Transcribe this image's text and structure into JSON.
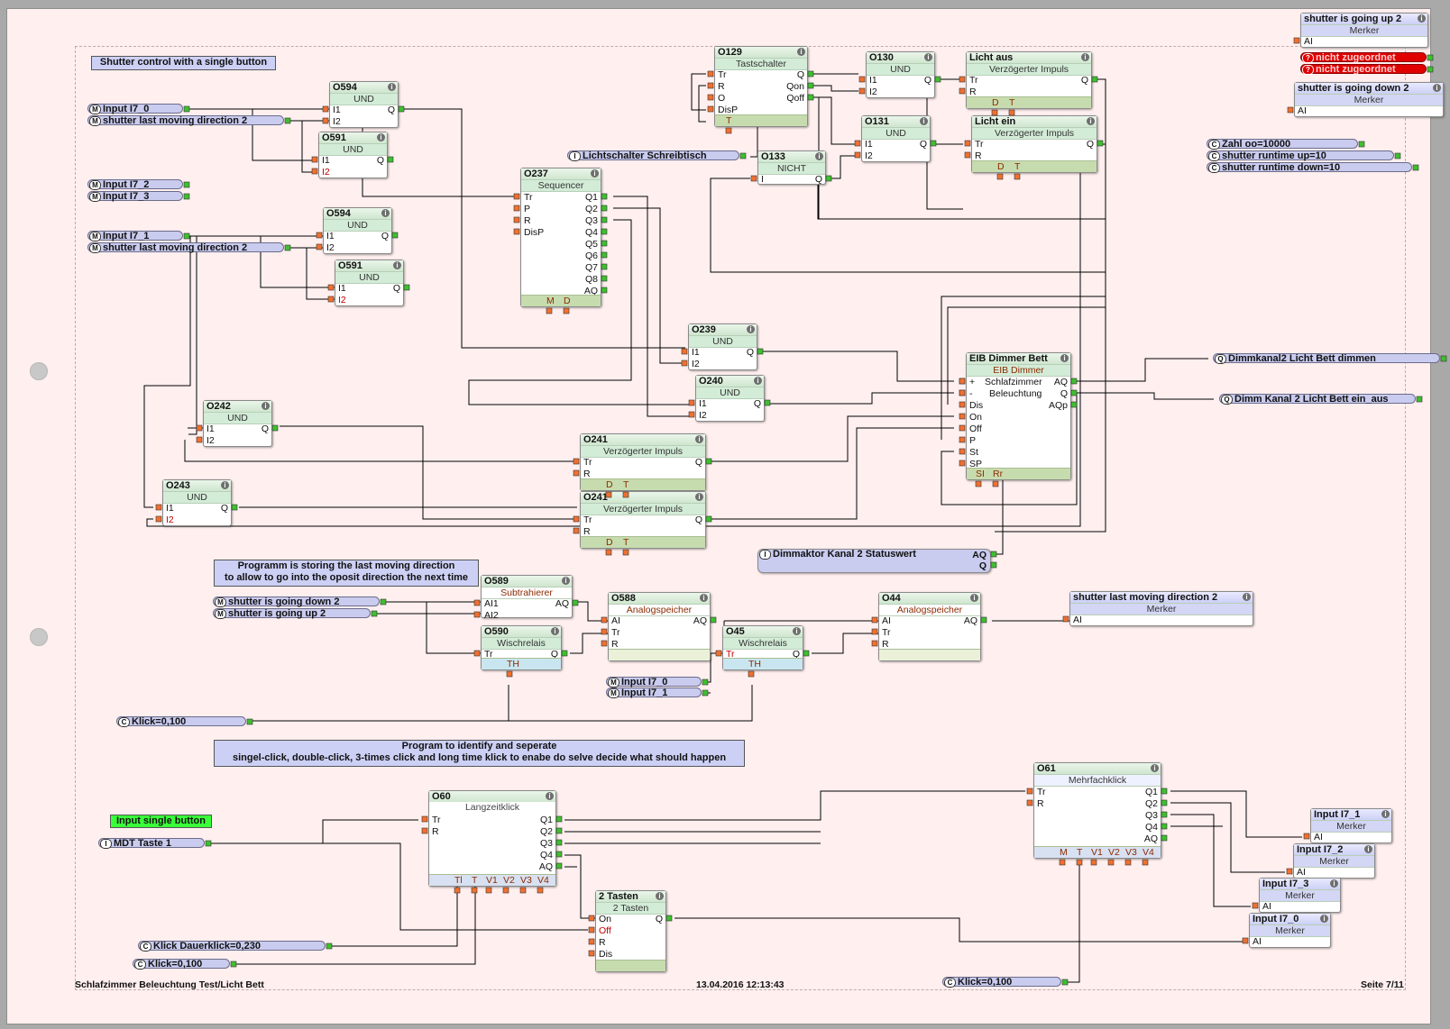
{
  "page": {
    "left_title": "Schlafzimmer Beleuchtung Test/Licht Bett",
    "timestamp": "13.04.2016 12:13:43",
    "page_no": "Seite 7/11"
  },
  "notes": {
    "shutter_single": "Shutter control with a single button",
    "storing_1": "Programm is storing the last moving direction",
    "storing_2": "to allow to go into the oposit direction the next time",
    "identify_1": "Program to identify and seperate",
    "identify_2": "singel-click, double-click, 3-times click and long time klick to enabe do selve decide what should happen",
    "input_single": "Input single button"
  },
  "terminals": {
    "input_i7_0": "Input I7_0",
    "last_dir_a": "shutter last moving direction 2",
    "input_i7_2": "Input I7_2",
    "input_i7_3": "Input I7_3",
    "input_i7_1": "Input I7_1",
    "last_dir_b": "shutter last moving direction 2",
    "lichtschalter": "Lichtschalter Schreibtisch",
    "zahl": "Zahl oo=10000",
    "runtime_up": "shutter runtime up=10",
    "runtime_down": "shutter runtime down=10",
    "nicht1": "nicht zugeordnet",
    "nicht2": "nicht zugeordnet",
    "dimm1": "Dimmkanal2 Licht Bett dimmen",
    "dimm2": "Dimm Kanal 2 Licht Bett ein_aus",
    "dimmaktor": "Dimmaktor Kanal 2 Statuswert",
    "going_down": "shutter is going down 2",
    "going_up": "shutter is going up 2",
    "in_i7_0b": "Input I7_0",
    "in_i7_1b": "Input I7_1",
    "klick1": "Klick=0,100",
    "mdt": "MDT Taste 1",
    "dauer": "Klick Dauerklick=0,230",
    "klick2": "Klick=0,100",
    "klick3": "Klick=0,100"
  },
  "badges": {
    "M": "M",
    "C": "C",
    "I": "I",
    "Q": "Q",
    "nz": "?"
  },
  "blocks": {
    "o594a": {
      "id": "O594",
      "type": "UND"
    },
    "o591a": {
      "id": "O591",
      "type": "UND"
    },
    "o594b": {
      "id": "O594",
      "type": "UND"
    },
    "o591b": {
      "id": "O591",
      "type": "UND"
    },
    "o237": {
      "id": "O237",
      "type": "Sequencer"
    },
    "o129": {
      "id": "O129",
      "type": "Tastschalter"
    },
    "o130": {
      "id": "O130",
      "type": "UND"
    },
    "o131": {
      "id": "O131",
      "type": "UND"
    },
    "o133": {
      "id": "O133",
      "type": "NICHT"
    },
    "lichtaus": {
      "id": "Licht aus",
      "type": "Verzögerter Impuls"
    },
    "lichtein": {
      "id": "Licht ein",
      "type": "Verzögerter Impuls"
    },
    "o239": {
      "id": "O239",
      "type": "UND"
    },
    "o240": {
      "id": "O240",
      "type": "UND"
    },
    "o242": {
      "id": "O242",
      "type": "UND"
    },
    "o243": {
      "id": "O243",
      "type": "UND"
    },
    "o241a": {
      "id": "O241",
      "type": "Verzögerter Impuls"
    },
    "o241b": {
      "id": "O241",
      "type": "Verzögerter Impuls"
    },
    "eib": {
      "id": "EIB Dimmer Bett",
      "type": "EIB Dimmer",
      "sub1": "Schlafzimmer",
      "sub2": "Beleuchtung"
    },
    "o589": {
      "id": "O589",
      "type": "Subtrahierer"
    },
    "o588": {
      "id": "O588",
      "type": "Analogspeicher"
    },
    "o590": {
      "id": "O590",
      "type": "Wischrelais"
    },
    "o45": {
      "id": "O45",
      "type": "Wischrelais"
    },
    "o44": {
      "id": "O44",
      "type": "Analogspeicher"
    },
    "m_last": {
      "id": "shutter last moving direction 2",
      "type": "Merker"
    },
    "m_up": {
      "id": "shutter is going up 2",
      "type": "Merker"
    },
    "m_down": {
      "id": "shutter is going down 2",
      "type": "Merker"
    },
    "o60": {
      "id": "O60",
      "type": "Langzeitklick"
    },
    "tasten": {
      "id": "2 Tasten",
      "type": "2 Tasten"
    },
    "o61": {
      "id": "O61",
      "type": "Mehrfachklick"
    },
    "m_i71": {
      "id": "Input I7_1",
      "type": "Merker"
    },
    "m_i72": {
      "id": "Input I7_2",
      "type": "Merker"
    },
    "m_i73": {
      "id": "Input I7_3",
      "type": "Merker"
    },
    "m_i70": {
      "id": "Input I7_0",
      "type": "Merker"
    }
  },
  "pins": {
    "I1": "I1",
    "I2": "I2",
    "Q": "Q",
    "Tr": "Tr",
    "R": "R",
    "P": "P",
    "O": "O",
    "I": "I",
    "DisP": "DisP",
    "Dis": "Dis",
    "On": "On",
    "Off": "Off",
    "St": "St",
    "SP": "SP",
    "plus": "+",
    "minus": "-",
    "AQ": "AQ",
    "AQp": "AQp",
    "AI": "AI",
    "AI1": "AI1",
    "AI2": "AI2",
    "Qon": "Qon",
    "Qoff": "Qoff",
    "Q1": "Q1",
    "Q2": "Q2",
    "Q3": "Q3",
    "Q4": "Q4",
    "Q5": "Q5",
    "Q6": "Q6",
    "Q7": "Q7",
    "Q8": "Q8",
    "T": "T",
    "D": "D",
    "M": "M",
    "TH": "TH",
    "Tl": "Tl",
    "SI": "SI",
    "Rr": "Rr",
    "V1": "V1",
    "V2": "V2",
    "V3": "V3",
    "V4": "V4"
  },
  "colors": {
    "sheet": "#ffefef",
    "wire": "#000000",
    "green_port": "#3fbf2f",
    "orange_port": "#f07030",
    "term": "#c9cbef"
  }
}
